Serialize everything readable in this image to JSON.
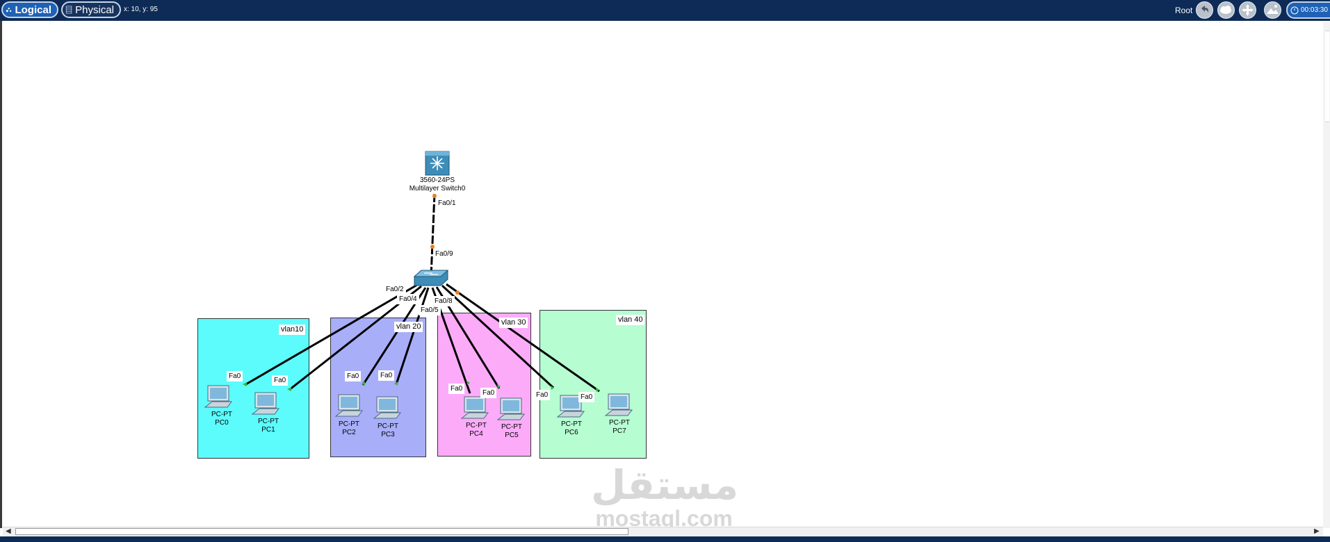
{
  "toolbar": {
    "logical_label": "Logical",
    "physical_label": "Physical",
    "coordinates": "x: 10, y: 95",
    "root_label": "Root",
    "timer": "00:03:30",
    "icons": [
      "back-icon",
      "cloud-icon",
      "move-icon",
      "background-image-icon"
    ]
  },
  "vlans": [
    {
      "label": "vlan10",
      "color": "#5cfbfc"
    },
    {
      "label": "vlan 20",
      "color": "#a9aef8"
    },
    {
      "label": "vlan 30",
      "color": "#fcabf9"
    },
    {
      "label": "vlan 40",
      "color": "#b6fdd2"
    }
  ],
  "multilayer_switch": {
    "model": "3560-24PS",
    "name": "Multilayer Switch0",
    "port": "Fa0/1"
  },
  "access_switch": {
    "uplink_port": "Fa0/9"
  },
  "port_tags": [
    "Fa0/2",
    "Fa0/4",
    "Fa0/8",
    "Fa0/5"
  ],
  "pcs": [
    {
      "type": "PC-PT",
      "name": "PC0",
      "port": "Fa0"
    },
    {
      "type": "PC-PT",
      "name": "PC1",
      "port": "Fa0"
    },
    {
      "type": "PC-PT",
      "name": "PC2",
      "port": "Fa0"
    },
    {
      "type": "PC-PT",
      "name": "PC3",
      "port": "Fa0"
    },
    {
      "type": "PC-PT",
      "name": "PC4",
      "port": "Fa0"
    },
    {
      "type": "PC-PT",
      "name": "PC5",
      "port": "Fa0"
    },
    {
      "type": "PC-PT",
      "name": "PC6",
      "port": "Fa0"
    },
    {
      "type": "PC-PT",
      "name": "PC7",
      "port": "Fa0"
    }
  ],
  "watermark": {
    "arabic": "مستقل",
    "latin": "mostaql.com"
  },
  "colors": {
    "topbar": "#0d2b56",
    "link": "#000000",
    "link_up": "#3cb43c",
    "link_orange": "#f08020"
  }
}
